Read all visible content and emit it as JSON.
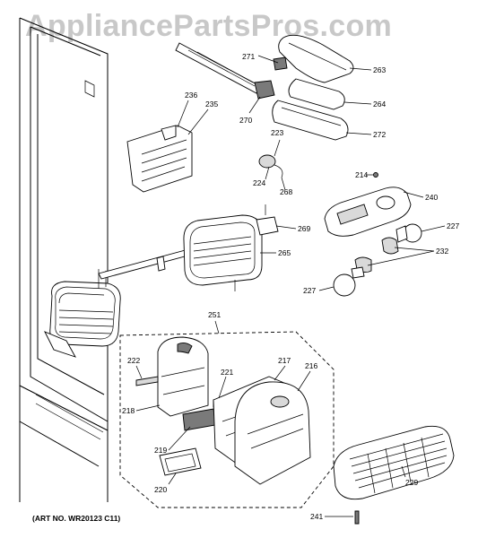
{
  "watermark": "AppliancePartsPros.com",
  "art_number": "(ART NO. WR20123 C11)",
  "callouts": {
    "c271": "271",
    "c263": "263",
    "c264": "264",
    "c270": "270",
    "c272": "272",
    "c236": "236",
    "c235": "235",
    "c223": "223",
    "c224": "224",
    "c268": "268",
    "c214": "214",
    "c240": "240",
    "c269": "269",
    "c227a": "227",
    "c232": "232",
    "c265": "265",
    "c227b": "227",
    "c251": "251",
    "c222": "222",
    "c221": "221",
    "c217": "217",
    "c216": "216",
    "c218": "218",
    "c219": "219",
    "c220": "220",
    "c229": "229",
    "c241": "241"
  }
}
